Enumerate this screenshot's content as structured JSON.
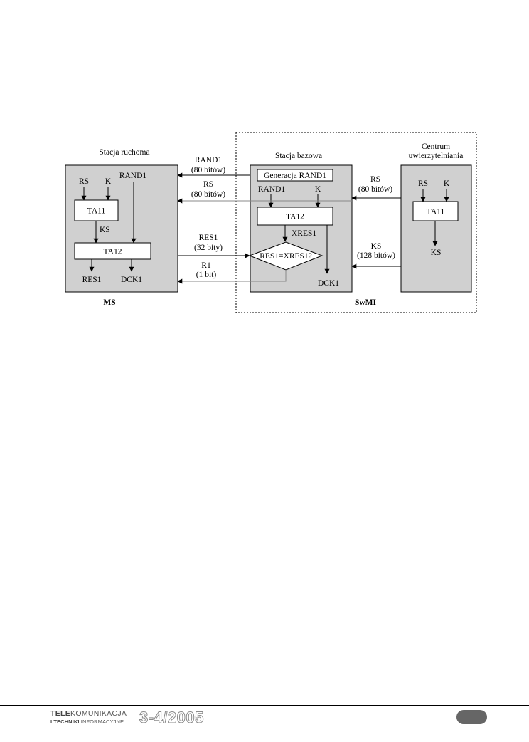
{
  "diagram": {
    "ms_box": {
      "heading": "Stacja ruchoma",
      "label": "MS",
      "in_rs": "RS",
      "in_k": "K",
      "in_rand1": "RAND1",
      "ta11": "TA11",
      "ks": "KS",
      "ta12": "TA12",
      "out_res1": "RES1",
      "out_dck1": "DCK1"
    },
    "bs_box": {
      "heading": "Stacja bazowa",
      "gen": "Generacja RAND1",
      "in_rand1": "RAND1",
      "in_k": "K",
      "ta12": "TA12",
      "xres1": "XRES1",
      "compare": "RES1=XRES1?",
      "out_dck1": "DCK1"
    },
    "auc_box": {
      "heading_line1": "Centrum",
      "heading_line2": "uwierzytelniania",
      "in_rs": "RS",
      "in_k": "K",
      "ta11": "TA11",
      "out_ks": "KS"
    },
    "swmi_label": "SwMI",
    "links": {
      "rand1_name": "RAND1",
      "rand1_size": "(80 bitów)",
      "rs_name": "RS",
      "rs_size": "(80 bitów)",
      "res1_name": "RES1",
      "res1_size": "(32 bity)",
      "r1_name": "R1",
      "r1_size": "(1 bit)",
      "auc_rs_name": "RS",
      "auc_rs_size": "(80 bitów)",
      "auc_ks_name": "KS",
      "auc_ks_size": "(128 bitów)"
    }
  },
  "footer": {
    "logo_line1_bold": "TELE",
    "logo_line1_rest": "KOMUNIKACJA",
    "logo_line2_bold": "I TECHNIKI",
    "logo_line2_rest": " INFORMACYJNE",
    "issue": "3-4/2005"
  }
}
